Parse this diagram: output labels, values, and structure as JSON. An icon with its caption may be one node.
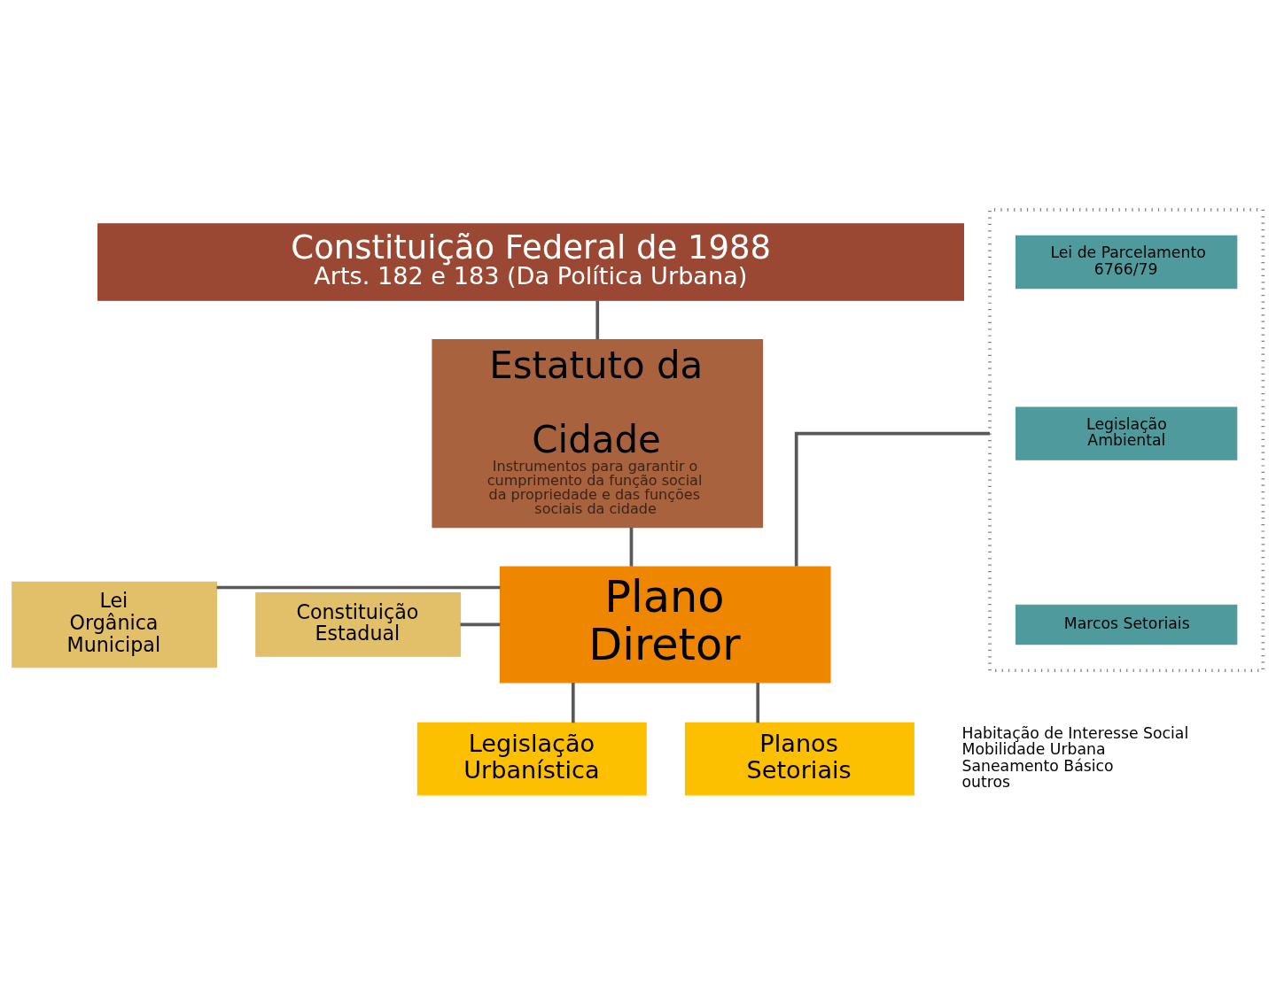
{
  "diagram": {
    "nodes": [
      {
        "text": [
          "Constituição Federal de 1988",
          "Arts. 182 e 183 (Da Política Urbana)"
        ]
      },
      {
        "text": [
          "Estatuto da Cidade",
          "Instrumentos para garantir o cumprimento da função social da propriedade e das funções sociais da cidade"
        ]
      },
      {
        "text": [],
        "shape": "box"
      },
      {
        "text": [
          "Lei de Parcelamento 6766/79"
        ],
        "in": 2
      },
      {
        "text": [
          "Legislação Ambiental"
        ],
        "in": 2
      },
      {
        "text": [
          "Marcos Setoriais"
        ],
        "in": 2
      },
      {
        "text": [
          "Constituição Estadual"
        ]
      },
      {
        "text": [
          "Lei Orgânica Municipal"
        ]
      },
      {
        "text": [
          "Plano Diretor"
        ]
      },
      {
        "text": [
          "Legislação Urbanística"
        ]
      },
      {
        "text": [
          "Planos Setoriais"
        ],
        "beside": [
          "Habitação de Interesse Social",
          "Mobilidade Urbana",
          "Saneamento Básico",
          "outros"
        ]
      }
    ],
    "edges": [
      {
        "from": 0,
        "to": 1,
        "arrow": "none"
      },
      {
        "from": 1,
        "to": 8,
        "arrow": "none"
      },
      {
        "from": 6,
        "to": 8,
        "arrow": "none"
      },
      {
        "from": 7,
        "to": 8,
        "arrow": "none"
      },
      {
        "from": 2,
        "to": 8,
        "arrow": "none"
      },
      {
        "from": 8,
        "to": 9,
        "arrow": "none"
      },
      {
        "from": 8,
        "to": 10,
        "arrow": "none"
      }
    ]
  }
}
